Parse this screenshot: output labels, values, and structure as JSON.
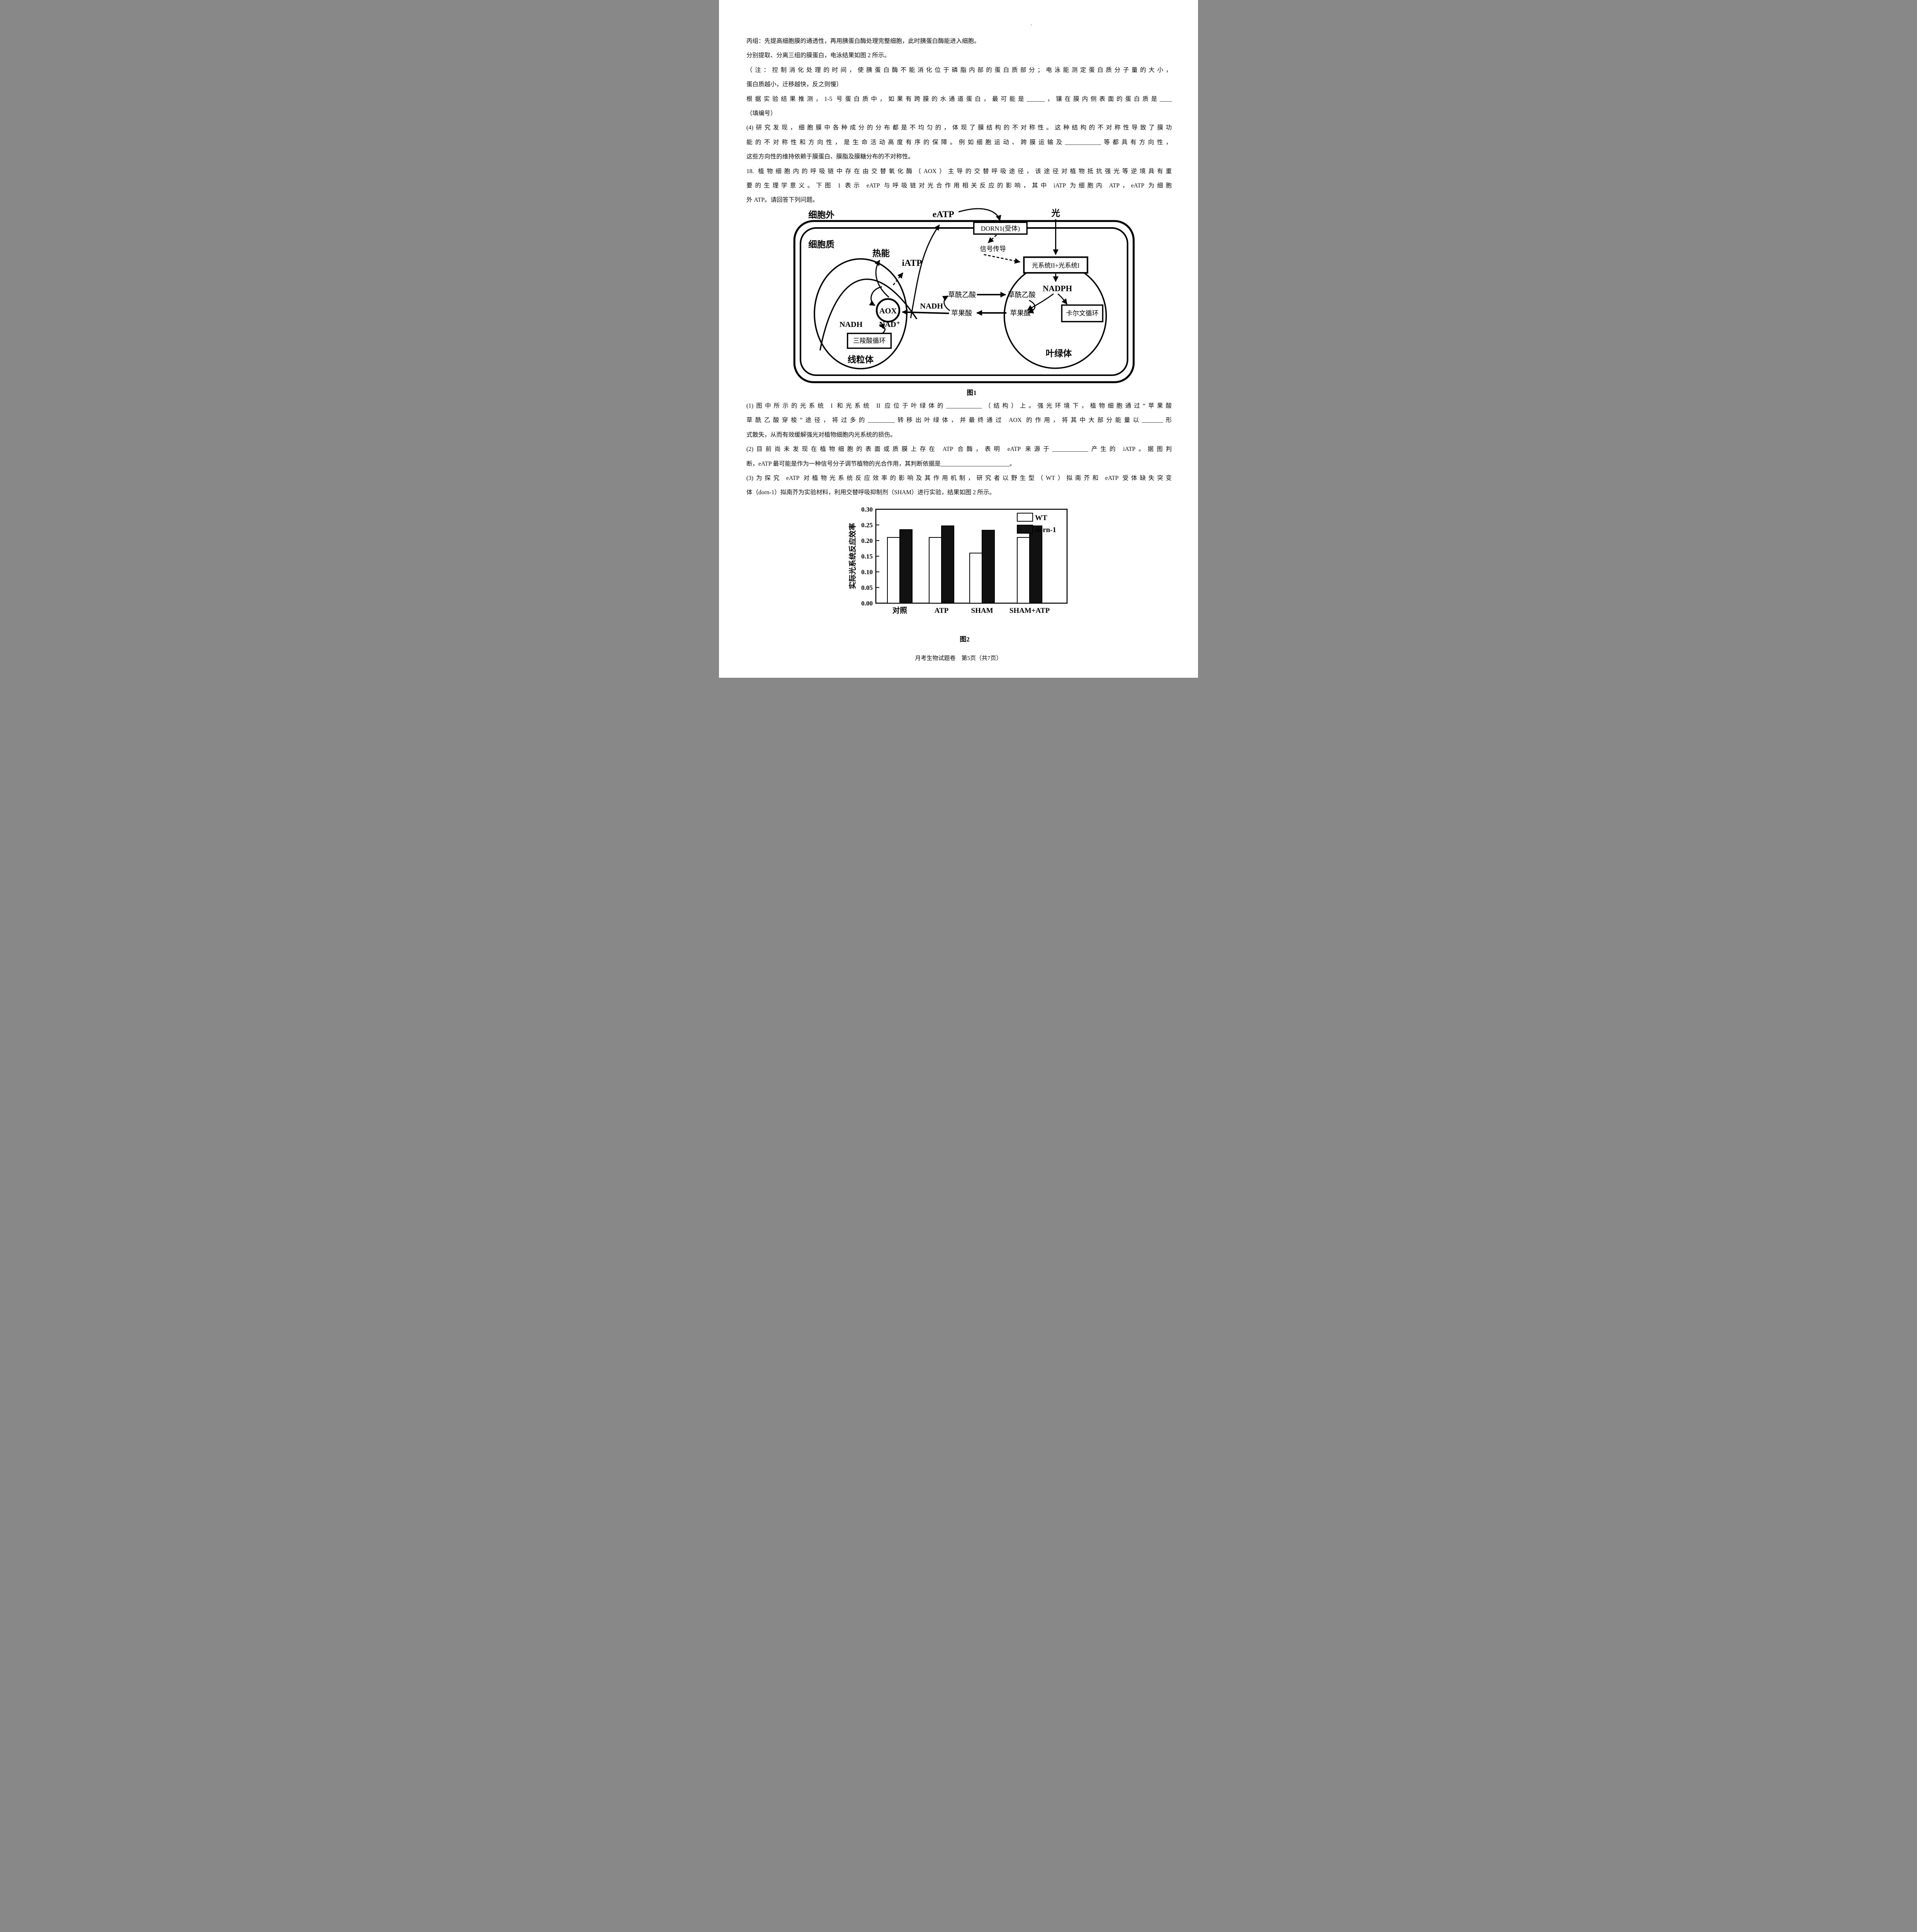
{
  "document": {
    "footer": "月考生物试题卷　第5页（共7页）",
    "stray_mark": "·"
  },
  "body_lines": [
    {
      "text": "丙组：先提高细胞膜的通透性，再用胰蛋白酶处理完整细胞，此时胰蛋白酶能进入细胞。",
      "justify": false
    },
    {
      "text": "分别提取、分离三组的膜蛋白，电泳结果如图 2 所示。",
      "justify": false
    },
    {
      "text": "（注：控制消化处理的时间，使胰蛋白酶不能消化位于磷脂内部的蛋白质部分；电泳能测定蛋白质分子量的大小，",
      "justify": true
    },
    {
      "text": "蛋白质越小，迁移越快，反之则慢）",
      "justify": false
    },
    {
      "text": "根据实验结果推测，1-5 号蛋白质中，如果有跨膜的水通道蛋白，最可能是______，镶在膜内侧表面的蛋白质是____",
      "justify": true
    },
    {
      "text": "（填编号）",
      "justify": false
    },
    {
      "text": "(4)研究发现，细胞膜中各种成分的分布都是不均匀的，体现了膜结构的不对称性。这种结构的不对称性导致了膜功",
      "justify": true
    },
    {
      "text": "能的不对称性和方向性，是生命活动高度有序的保障。例如细胞运动、跨膜运输及____________等都具有方向性，",
      "justify": true
    },
    {
      "text": "这些方向性的维持依赖于膜蛋白、膜脂及膜糖分布的不对称性。",
      "justify": false
    },
    {
      "text": "18. 植物细胞内的呼吸链中存在由交替氧化酶（AOX）主导的交替呼吸途径，该途径对植物抵抗强光等逆境具有重",
      "justify": true
    },
    {
      "text": "要的生理学意义。下图 1 表示 eATP 与呼吸链对光合作用相关反应的影响，其中 iATP 为细胞内 ATP，eATP 为细胞",
      "justify": true
    },
    {
      "text": "外 ATP。请回答下列问题。",
      "justify": false
    }
  ],
  "question_lines": [
    {
      "text": "(1)图中所示的光系统 I 和光系统 II 应位于叶绿体的____________（结构）上。强光环境下，植物细胞通过“苹果酸",
      "justify": true
    },
    {
      "text": "草酰乙酸穿梭”途径，将过多的_________转移出叶绿体，并最终通过 AOX 的作用，将其中大部分能量以_______形",
      "justify": true
    },
    {
      "text": "式散失，从而有效缓解强光对植物细胞内光系统的损伤。",
      "justify": false
    },
    {
      "text": "(2)目前尚未发现在植物细胞的表面或质膜上存在 ATP 合酶，表明 eATP 来源于____________产生的 iATP。据图判",
      "justify": true
    },
    {
      "text": "断，eATP 最可能是作为一种信号分子调节植物的光合作用，其判断依据是_______________________。",
      "justify": false
    },
    {
      "text": "(3)为探究 eATP 对植物光系统反应效率的影响及其作用机制，研究者以野生型（WT）拟南芥和 eATP 受体缺失突变",
      "justify": true
    },
    {
      "text": "体（dorn-1）拟南芥为实验材料，利用交替呼吸抑制剂（SHAM）进行实验，结果如图 2 所示。",
      "justify": false
    }
  ],
  "figure1": {
    "caption": "图1",
    "labels": {
      "extracellular": "细胞外",
      "cytoplasm": "细胞质",
      "eatp": "eATP",
      "light": "光",
      "receptor": "DORN1(受体)",
      "signal_transduction": "信号传导",
      "photosystems": "光系统II+光系统I",
      "nadph": "NADPH",
      "heat_energy": "热能",
      "iatp": "iATP",
      "oaa_cytosol": "草酰乙酸",
      "malate_cytosol": "苹果酸",
      "oaa_chloroplast": "草酰乙酸",
      "malate_chloroplast": "苹果酸",
      "nadh_shuttle": "NADH",
      "aox": "AOX",
      "nadh_mito": "NADH",
      "nad_plus": "NAD⁺",
      "calvin_cycle": "卡尔文循环",
      "tca_cycle": "三羧酸循环",
      "mitochondrion": "线粒体",
      "chloroplast": "叶绿体"
    }
  },
  "chart_data": {
    "type": "bar",
    "caption": "图2",
    "ylabel": "实际光系统反应效率",
    "xlabel": "",
    "categories": [
      "对照",
      "ATP",
      "SHAM",
      "SHAM+ATP"
    ],
    "series": [
      {
        "name": "WT",
        "fill": "#ffffff",
        "values": [
          0.21,
          0.21,
          0.16,
          0.21
        ]
      },
      {
        "name": "dorn-1",
        "fill": "#111111",
        "values": [
          0.235,
          0.247,
          0.233,
          0.247
        ]
      }
    ],
    "ylim": [
      0,
      0.3
    ],
    "ytick_step": 0.05,
    "ytick_labels": [
      "0.00",
      "0.05",
      "0.10",
      "0.15",
      "0.20",
      "0.25",
      "0.30"
    ],
    "legend_position": "top-right",
    "grid": false
  }
}
